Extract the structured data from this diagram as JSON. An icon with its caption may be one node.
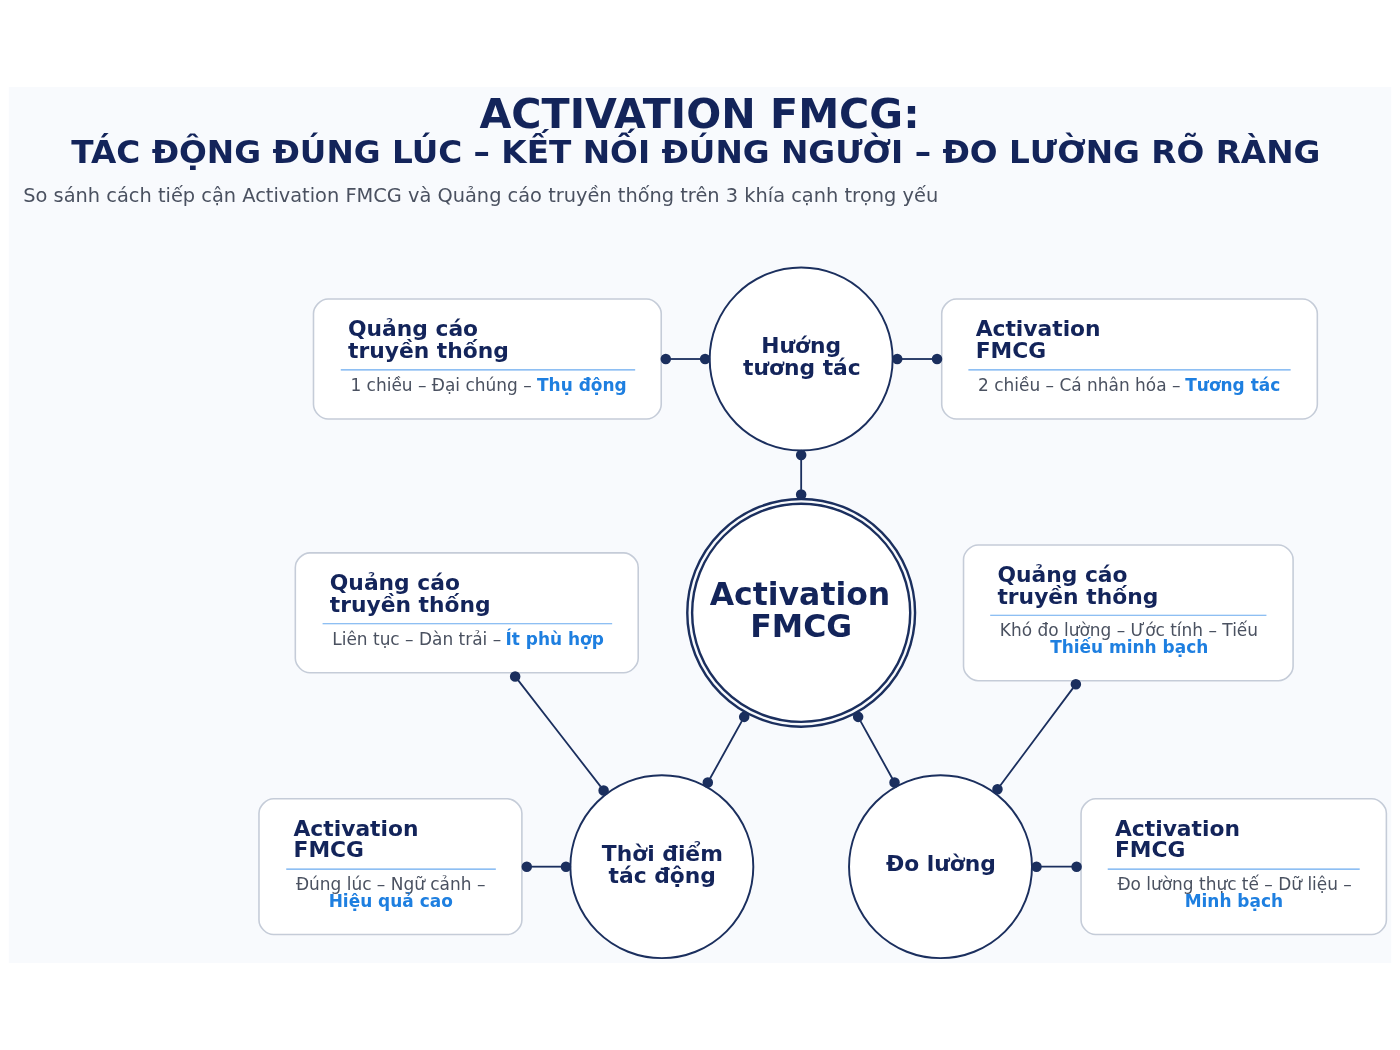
{
  "diagram": {
    "title": "ACTIVATION FMCG: TÁC ĐỘNG ĐÚNG LÚC – KẾT NỐI ĐÚNG NGƯỜI – ĐO LƯỜNG RÕ RÀNG",
    "nodes": [
      {
        "text": [
          "Quảng cáo truyền thống",
          "1 chiều – Đại chúng –",
          "Thụ động"
        ]
      },
      {
        "text": [
          "Hướng tương tác"
        ]
      },
      {
        "text": [
          "Activation FMCG",
          "2 chiều – Cá nhân hóa –",
          "Tương tác"
        ]
      },
      {
        "text": [
          "Activation FMCG"
        ]
      },
      {
        "text": [
          "Quảng cáo truyền thống",
          "Liên tục – Dàn trải –",
          "Ít phù hợp"
        ]
      },
      {
        "text": [
          "Quảng cáo truyền thống",
          "Khó đo lường – Ước tính – Tiếu",
          "Thiếu minh bạch"
        ]
      },
      {
        "text": [
          "Thời điểm tác động"
        ]
      },
      {
        "text": [
          "Đo lường"
        ]
      },
      {
        "text": [
          "Activation FMCG",
          "Đúng lúc – Ngữ cảnh –",
          "Hiệu quả cao"
        ]
      },
      {
        "text": [
          "Activation FMCG",
          "Đo lường thực tế – Dữ liệu –",
          "Minh bạch"
        ]
      }
    ],
    "edges": [
      {
        "from": 0,
        "to": 1,
        "arrow": "other"
      },
      {
        "from": 1,
        "to": 2,
        "arrow": "other"
      },
      {
        "from": 1,
        "to": 3,
        "arrow": "other"
      },
      {
        "from": 3,
        "to": 6,
        "arrow": "other"
      },
      {
        "from": 3,
        "to": 7,
        "arrow": "other"
      },
      {
        "from": 4,
        "to": 6,
        "arrow": "other"
      },
      {
        "from": 8,
        "to": 6,
        "arrow": "other"
      },
      {
        "from": 5,
        "to": 7,
        "arrow": "other"
      },
      {
        "from": 7,
        "to": 9,
        "arrow": "other"
      }
    ],
    "labels": [
      "So sánh cách tiếp cận Activation FMCG và Quảng cáo truyền thống trên 3 khía cạnh trọng yếu"
    ]
  }
}
